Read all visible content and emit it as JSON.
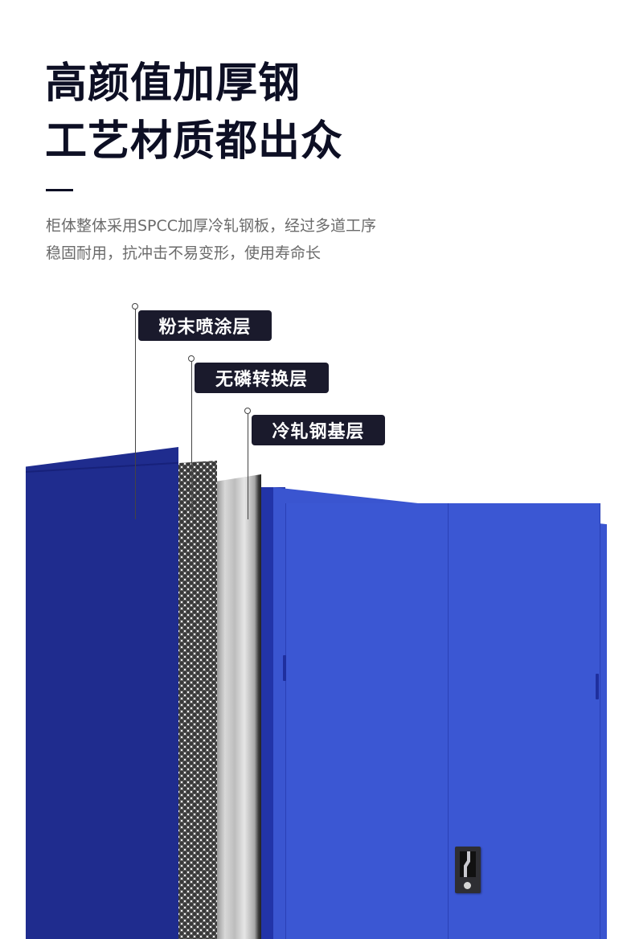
{
  "headline": {
    "line1": "高颜值加厚钢",
    "line2": "工艺材质都出众"
  },
  "description": {
    "line1": "柜体整体采用SPCC加厚冷轧钢板，经过多道工序",
    "line2": "稳固耐用，抗冲击不易变形，使用寿命长"
  },
  "layers": [
    {
      "label": "粉末喷涂层",
      "color": "#1f2c8e"
    },
    {
      "label": "无磷转换层",
      "color": "#3a3a3a"
    },
    {
      "label": "冷轧钢基层",
      "color": "#bdbdbd"
    }
  ],
  "colors": {
    "headline": "#0d0f24",
    "description": "#6b6b6b",
    "tag_bg": "#1a1a2c",
    "cabinet_blue": "#3a55d0",
    "coating_blue": "#1f2c8e"
  }
}
